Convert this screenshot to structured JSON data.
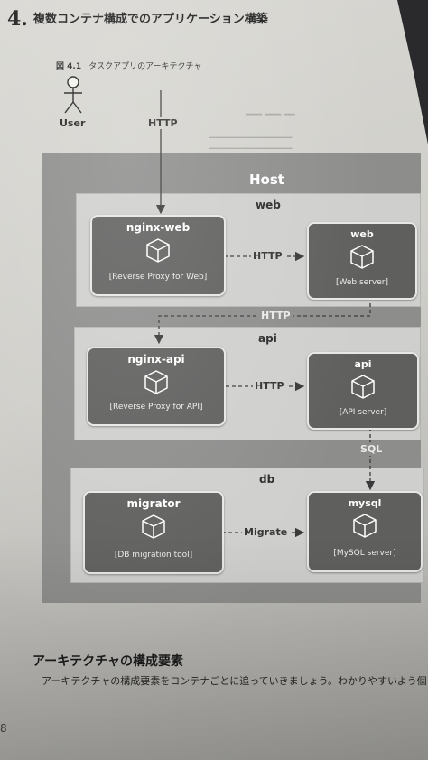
{
  "header": {
    "chapter_number": "4.",
    "chapter_title": "複数コンテナ構成でのアプリケーション構築"
  },
  "figure": {
    "number": "図 4.1",
    "caption": "タスクアプリのアーキテクチャ"
  },
  "user": {
    "label": "User",
    "protocol": "HTTP"
  },
  "host": {
    "label": "Host",
    "networks": [
      {
        "name": "web",
        "left": {
          "title": "nginx-web",
          "subtitle": "[Reverse Proxy for Web]"
        },
        "right": {
          "title": "web",
          "subtitle": "[Web server]"
        },
        "link": "HTTP"
      },
      {
        "name": "api",
        "left": {
          "title": "nginx-api",
          "subtitle": "[Reverse Proxy for API]"
        },
        "right": {
          "title": "api",
          "subtitle": "[API server]"
        },
        "link": "HTTP"
      },
      {
        "name": "db",
        "left": {
          "title": "migrator",
          "subtitle": "[DB migration tool]"
        },
        "right": {
          "title": "mysql",
          "subtitle": "[MySQL server]"
        },
        "link": "Migrate"
      }
    ],
    "web_to_api_link": "HTTP",
    "api_to_db_link": "SQL"
  },
  "section": {
    "heading": "アーキテクチャの構成要素",
    "body": "アーキテクチャの構成要素をコンテナごとに追っていきましょう。わかりやすいよう個"
  },
  "page_number": "8"
}
